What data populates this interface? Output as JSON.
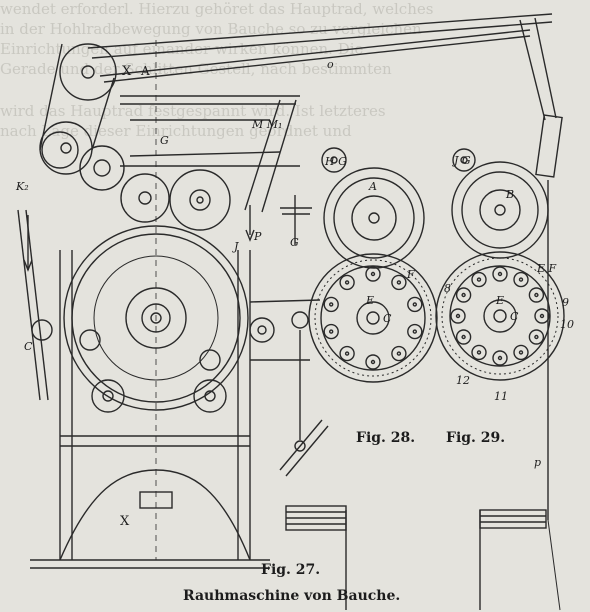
{
  "background_text": [
    "wendet erforderl. Hierzu gehöret das Hauptrad, welches",
    "in der Hohlradbewegung von Bauche so zu vergleichen",
    "Einrichtungen auf einander wirken können. Die",
    "Gerade und der Schlitten Gestell, nach bestimmten",
    "wird das Hauptrad festgespannt wird. Ist letzteres",
    "nach Lage dieser Einrichtungen geordnet und"
  ],
  "labels": {
    "x_top": "X",
    "a_top": "A",
    "o": "o",
    "g_upper": "G",
    "mm1": "M M₁",
    "k2": "K₂",
    "p": "P",
    "g_handle": "G",
    "c_left": "C",
    "j": "J",
    "x_bottom": "X",
    "f28_hg": "H G",
    "f28_a": "A",
    "f28_e": "E",
    "f28_c": "C",
    "f28_f": "F",
    "f29_jg": "J G",
    "f29_b": "B",
    "f29_e": "E",
    "f29_c": "C",
    "f29_ef": "E F",
    "f29_9": "9",
    "f29_10": "10",
    "f29_11": "11",
    "f29_12": "12",
    "f29_8": "8",
    "p_right": "p"
  },
  "captions": {
    "fig27": "Fig. 27.",
    "fig28": "Fig. 28.",
    "fig29": "Fig. 29.",
    "title": "Rauhmaschine von Bauche."
  }
}
